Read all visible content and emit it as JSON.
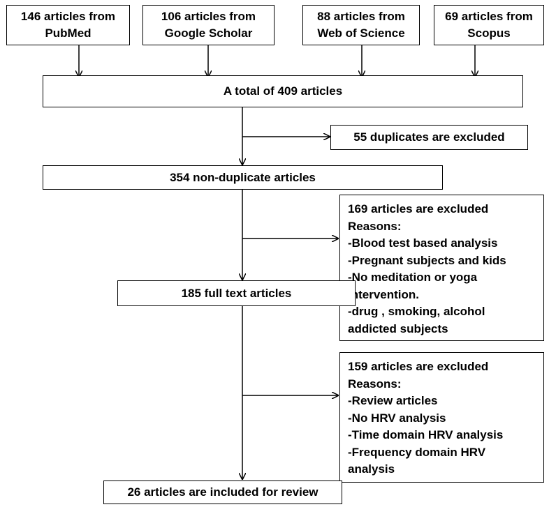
{
  "sources": [
    {
      "line1": "146 articles from",
      "line2": "PubMed"
    },
    {
      "line1": "106 articles from",
      "line2": "Google Scholar"
    },
    {
      "line1": "88 articles from",
      "line2": "Web of Science"
    },
    {
      "line1": "69 articles from",
      "line2": "Scopus"
    }
  ],
  "total": "A total of 409 articles",
  "duplicates_excluded": "55 duplicates are excluded",
  "non_duplicate": "354 non-duplicate articles",
  "exclusion1": {
    "title": "169 articles are excluded",
    "reasons_label": "Reasons:",
    "lines": [
      "-Blood test based analysis",
      "-Pregnant subjects and  kids",
      "-No meditation or yoga",
      "intervention.",
      "-drug , smoking, alcohol",
      "addicted subjects"
    ]
  },
  "full_text": "185 full text articles",
  "exclusion2": {
    "title": "159 articles are excluded",
    "reasons_label": "Reasons:",
    "lines": [
      "-Review articles",
      "-No HRV analysis",
      "-Time  domain HRV analysis",
      "-Frequency domain HRV",
      "analysis"
    ]
  },
  "included": "26 articles  are included for review"
}
